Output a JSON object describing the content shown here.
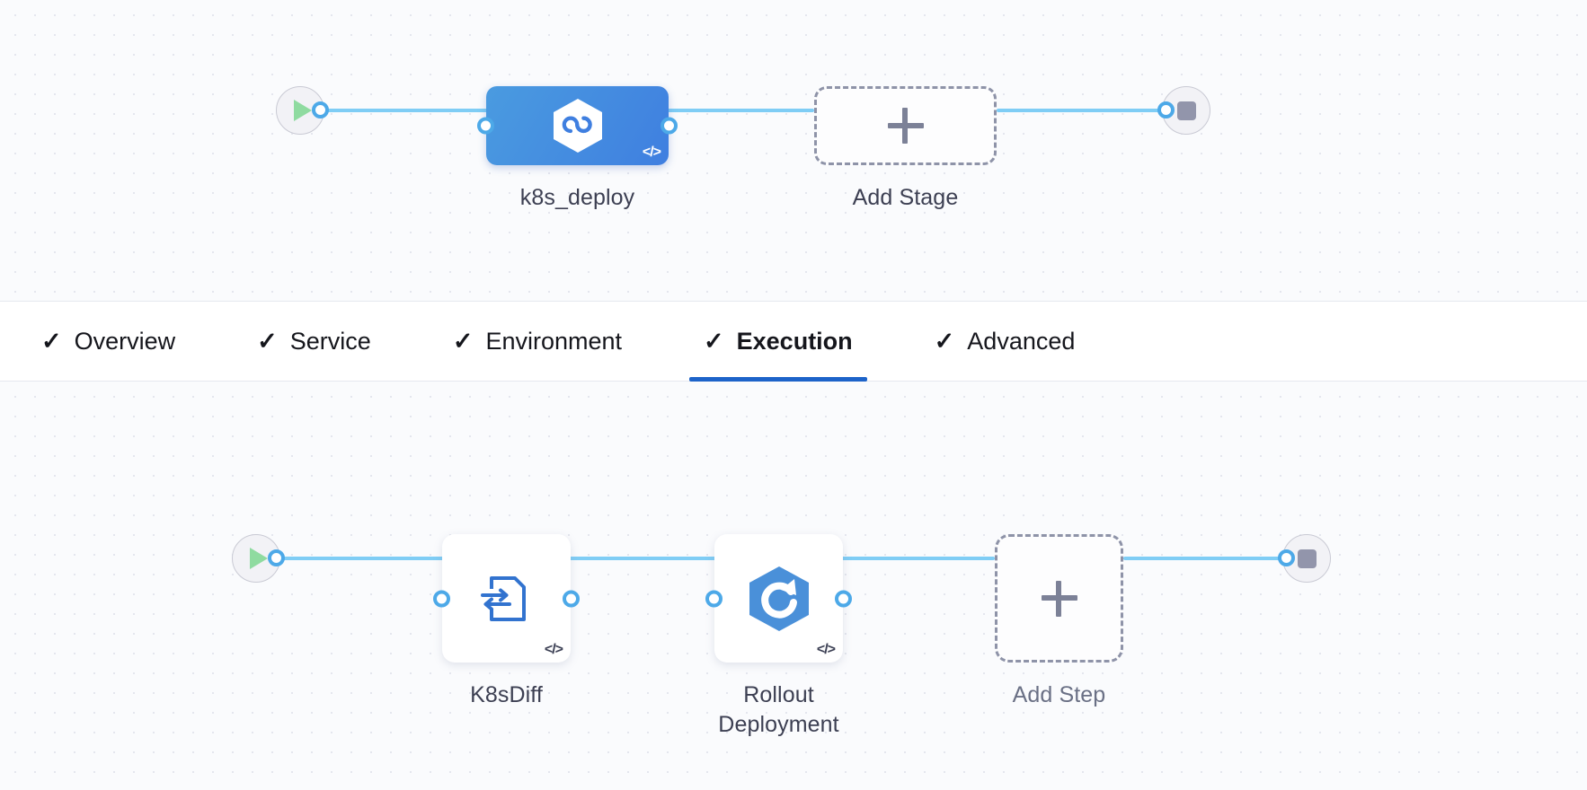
{
  "stage_canvas": {
    "name": "stage-pipeline-canvas",
    "start_node": {
      "icon": "play-icon",
      "label": ""
    },
    "end_node": {
      "icon": "stop-icon",
      "label": ""
    },
    "nodes": [
      {
        "id": "stage-k8s-deploy",
        "label": "k8s_deploy",
        "icon": "kubernetes-hexagon-icon",
        "badge": "</>",
        "selected": true,
        "type": "stage"
      },
      {
        "id": "add-stage",
        "label": "Add Stage",
        "icon": "plus-icon",
        "type": "add"
      }
    ]
  },
  "tabs": {
    "name": "stage-config-tabs",
    "items": [
      {
        "label": "Overview",
        "check": "✓",
        "active": false
      },
      {
        "label": "Service",
        "check": "✓",
        "active": false
      },
      {
        "label": "Environment",
        "check": "✓",
        "active": false
      },
      {
        "label": "Execution",
        "check": "✓",
        "active": true
      },
      {
        "label": "Advanced",
        "check": "✓",
        "active": false
      }
    ]
  },
  "step_canvas": {
    "name": "execution-steps-canvas",
    "start_node": {
      "icon": "play-icon"
    },
    "end_node": {
      "icon": "stop-icon"
    },
    "nodes": [
      {
        "id": "step-k8sdiff",
        "label": "K8sDiff",
        "icon": "document-diff-icon",
        "badge": "</>",
        "type": "step"
      },
      {
        "id": "step-rollout-deployment",
        "label": "Rollout\nDeployment",
        "icon": "rollout-hexagon-icon",
        "badge": "</>",
        "type": "step"
      },
      {
        "id": "add-step",
        "label": "Add Step",
        "icon": "plus-icon",
        "type": "add"
      }
    ]
  },
  "colors": {
    "accent_blue": "#3f7fe0",
    "edge_blue": "#7fcdf5",
    "port_blue": "#4da9e8",
    "tab_underline": "#1d63c9",
    "play_green": "#8fdba0",
    "stop_gray": "#9295ab",
    "ghost_border": "#8e93a8",
    "canvas_bg": "#fafbfd",
    "grid_dot": "#e4e6ee"
  }
}
